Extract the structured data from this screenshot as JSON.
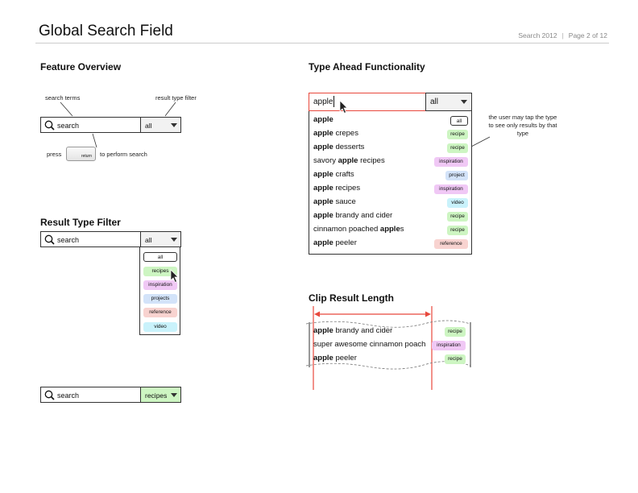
{
  "header": {
    "title": "Global Search Field",
    "doc": "Search 2012",
    "separator": "|",
    "page": "Page 2 of 12"
  },
  "overview": {
    "heading": "Feature Overview",
    "label_terms": "search terms",
    "label_filter": "result type filter",
    "placeholder": "search",
    "filter_value": "all",
    "press": "press",
    "return_key": "return",
    "perform": "to perform search"
  },
  "filter_section": {
    "heading": "Result Type Filter",
    "placeholder": "search",
    "filter_value": "all",
    "options": [
      "all",
      "recipes",
      "inspiration",
      "projects",
      "reference",
      "video"
    ]
  },
  "selected_search": {
    "placeholder": "search",
    "filter_value": "recipes"
  },
  "typeahead": {
    "heading": "Type Ahead Functionality",
    "input_value": "apple",
    "filter_value": "all",
    "note": "the user may tap the type to see only results by that type",
    "results": [
      {
        "pre": "",
        "bold": "apple",
        "post": "",
        "tag": "all"
      },
      {
        "pre": "",
        "bold": "apple",
        "post": " crepes",
        "tag": "recipe"
      },
      {
        "pre": "",
        "bold": "apple",
        "post": " desserts",
        "tag": "recipe"
      },
      {
        "pre": "savory ",
        "bold": "apple",
        "post": " recipes",
        "tag": "inspiration"
      },
      {
        "pre": "",
        "bold": "apple",
        "post": " crafts",
        "tag": "project"
      },
      {
        "pre": "",
        "bold": "apple",
        "post": " recipes",
        "tag": "inspiration"
      },
      {
        "pre": "",
        "bold": "apple",
        "post": " sauce",
        "tag": "video"
      },
      {
        "pre": "",
        "bold": "apple",
        "post": " brandy and cider",
        "tag": "recipe"
      },
      {
        "pre": "cinnamon poached ",
        "bold": "apple",
        "post": "s",
        "tag": "recipe"
      },
      {
        "pre": "",
        "bold": "apple",
        "post": " peeler",
        "tag": "reference"
      }
    ]
  },
  "clip": {
    "heading": "Clip Result Length",
    "rows": [
      {
        "pre": "",
        "bold": "apple",
        "post": " brandy and cider",
        "tag": "recipe"
      },
      {
        "pre": "super awesome cinnamon poach",
        "bold": "",
        "post": "",
        "tag": "inspiration"
      },
      {
        "pre": "",
        "bold": "apple",
        "post": " peeler",
        "tag": "recipe"
      }
    ]
  },
  "colors": {
    "recipe": "#cdf5c2",
    "inspiration": "#f0c8f5",
    "project": "#d3e3f9",
    "reference": "#f8d3d0",
    "video": "#c9f2fb",
    "highlight": "#e8483c"
  }
}
